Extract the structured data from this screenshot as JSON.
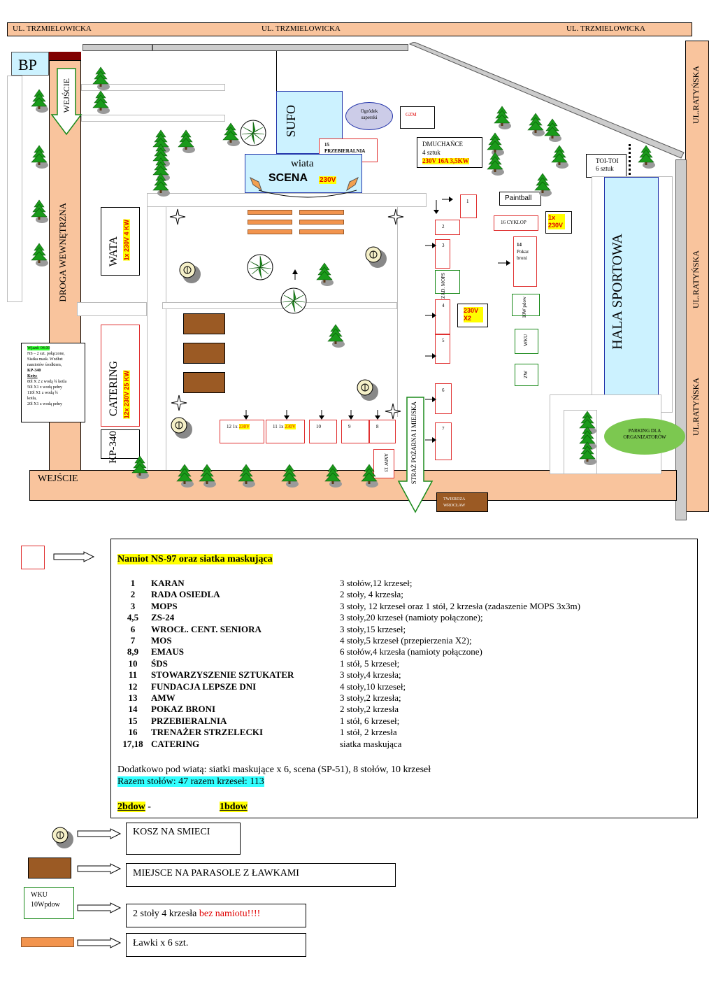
{
  "streets": {
    "top": [
      "UL. TRZMIELOWICKA",
      "UL. TRZMIELOWICKA",
      "UL. TRZMIELOWICKA"
    ],
    "right": [
      "UL.RATYŃSKA",
      "UL.RATYŃSKA",
      "UL.RATYŃSKA"
    ],
    "droga": "DROGA WEWNĘTRZNA",
    "wejscie_bottom": "WEJŚCIE",
    "wejscie_arrow": "WEJŚCIE",
    "straz": "STRAŻ POŻARNA I MIEJSKA"
  },
  "areas": {
    "bp": "BP",
    "sufo": "SUFO",
    "ogrodek": "Ogródek saperski",
    "gzm": "GZM",
    "przebieralnia": "15 PRZEBIERALNIA",
    "wiata": "wiata",
    "scena": "SCENA",
    "scena_power": "230V",
    "dmuchance": "DMUCHAŃCE",
    "dmuchance_count": "4 sztuk",
    "dmuchance_power": "230V 16A 3,5KW",
    "toitoi": "TOI-TOI",
    "toitoi_count": "6 sztuk",
    "paintball": "Paintball",
    "cyklop": "16 CYKLOP",
    "cyklop_power": "1x 230V",
    "pokaz_num": "14",
    "pokaz": "Pokaz broni",
    "hala": "HALA SPORTOWA",
    "wata": "WATA",
    "wata_power": "1x 230V 4 KW",
    "catering": "CATERING",
    "catering_power": "12x 230V 25 KW",
    "kp": "KP-340",
    "twierdza": "TWIERDZA WROCŁAW",
    "parking": "PARKING DLA ORGANIZATORÓW",
    "amw": "AMW 13",
    "zad_mops": "ZAD. MOPS",
    "power_45": "230V X2",
    "w10": "10W pdow",
    "wku": "WKU",
    "zw": "ZW"
  },
  "stalls": {
    "s1": "1",
    "s2": "2",
    "s3": "3",
    "s4": "4",
    "s5": "5",
    "s6": "6",
    "s7": "7",
    "s8": "8",
    "s9": "9",
    "s10": "10",
    "s11": "11 1x",
    "s11_power": "230V",
    "s12": "12 1x",
    "s12_power": "230V"
  },
  "info_box": {
    "header": "Wjazd: 04.00",
    "lines": [
      "NS – 2 szt. połączone,",
      "Siatka mask. Wzdłuż",
      "namiotów środkiem,"
    ],
    "kp": "KP-340",
    "koty": "Koty:",
    "k_lines": [
      "80l X 2 z wodą ¾ kotła",
      "50l X1 z wodą pełny",
      "110l X1 z wodą ¾",
      "kotła,",
      "20l X1 z wodą pełny"
    ]
  },
  "legend": {
    "title": "Namiot NS-97 oraz siatka maskująca",
    "rows": [
      {
        "num": "1",
        "name": "KARAN",
        "desc": "3 stołów,12 krzeseł;"
      },
      {
        "num": "2",
        "name": "RADA OSIEDLA",
        "desc": "2 stoły, 4 krzesła;"
      },
      {
        "num": "3",
        "name": "MOPS",
        "desc": "3 stoły, 12 krzeseł oraz 1 stół, 2 krzesła (zadaszenie MOPS 3x3m)"
      },
      {
        "num": "4,5",
        "name": "ZS-24",
        "desc": "3 stoły,20 krzeseł (namioty połączone);"
      },
      {
        "num": "6",
        "name": "WROCŁ. CENT. SENIORA",
        "desc": "3 stoły,15 krzeseł;"
      },
      {
        "num": "7",
        "name": "MOS",
        "desc": "4 stoły,5 krzeseł (przepierzenia X2);"
      },
      {
        "num": "8,9",
        "name": "EMAUS",
        "desc": "6 stołów,4 krzesła (namioty połączone)"
      },
      {
        "num": "10",
        "name": "ŚDS",
        "desc": "1 stół, 5 krzeseł;"
      },
      {
        "num": "11",
        "name": "STOWARZYSZENIE SZTUKATER",
        "desc": "3 stoły,4 krzesła;"
      },
      {
        "num": "12",
        "name": "FUNDACJA LEPSZE DNI",
        "desc": "4 stoły,10 krzeseł;"
      },
      {
        "num": "13",
        "name": "AMW",
        "desc": "3 stoły,2 krzesła;"
      },
      {
        "num": "14",
        "name": "POKAZ BRONI",
        "desc": "2 stoły,2 krzesła"
      },
      {
        "num": "15",
        "name": "PRZEBIERALNIA",
        "desc": "1 stół, 6 krzeseł;"
      },
      {
        "num": "16",
        "name": "TRENAŻER STRZELECKI",
        "desc": "1 stół, 2 krzesła"
      },
      {
        "num": "17,18",
        "name": "CATERING",
        "desc": "siatka maskująca"
      }
    ],
    "extra": "Dodatkowo pod wiatą: siatki maskujące x 6, scena (SP-51), 8 stołów, 10 krzeseł",
    "total": "Razem stołów: 47  razem krzeseł: 113",
    "bdow2": "2bdow",
    "dash": "-",
    "bdow1": "1bdow"
  },
  "key": {
    "kosz": "KOSZ NA SMIECI",
    "parasole": "MIEJSCE NA PARASOLE Z ŁAWKAMI",
    "wku_label": "WKU",
    "wku_sub": "10Wpdow",
    "stoly": "2 stoły 4 krzesła",
    "bez": "bez namiotu!!!!",
    "lawki": "Ławki x 6 szt."
  },
  "colors": {
    "street": "#f9c49d",
    "tent_border": "#e03030",
    "highlight": "#ffff00",
    "cyan": "#33ffff",
    "tree": "#1a9a1a",
    "bench": "#f2944e",
    "parasol": "#9b5a24"
  }
}
